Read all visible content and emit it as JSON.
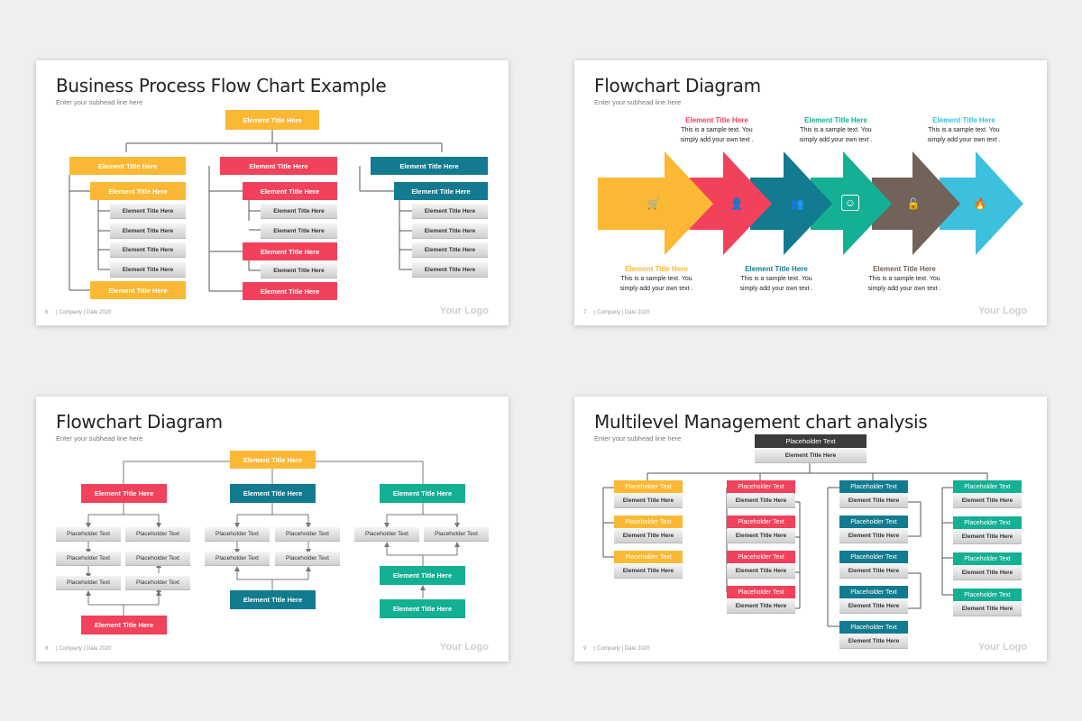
{
  "colors": {
    "yellow": "#fbb835",
    "red": "#f2415b",
    "teal": "#127b8f",
    "green": "#14b093",
    "brown": "#71625a",
    "sky": "#3cc0de",
    "dark": "#3b3b3b"
  },
  "slide1": {
    "title": "Business Process Flow Chart Example",
    "subtitle": "Enter your subhead line here",
    "footer": {
      "page": "6",
      "text": "| Company  | Date 2020"
    },
    "logo": "Your Logo",
    "top": "Element Title Here",
    "col1": {
      "head": "Element Title Here",
      "sub": "Element Title Here",
      "items": [
        "Element Title Here",
        "Element Title Here",
        "Element Title Here",
        "Element Title Here"
      ],
      "bottom": "Element Title Here"
    },
    "col2": {
      "head": "Element Title Here",
      "sub1": "Element Title Here",
      "items1": [
        "Element Title Here",
        "Element Title Here"
      ],
      "sub2": "Element Title Here",
      "items2": [
        "Element Title Here"
      ],
      "sub3": "Element Title Here"
    },
    "col3": {
      "head": "Element Title Here",
      "sub": "Element Title Here",
      "items": [
        "Element Title Here",
        "Element Title Here",
        "Element Title Here",
        "Element Title Here"
      ]
    }
  },
  "slide2": {
    "title": "Flowchart Diagram",
    "subtitle": "Enter your subhead line here",
    "footer": {
      "page": "7",
      "text": "| Company  | Date 2020"
    },
    "logo": "Your Logo",
    "steps": [
      {
        "title": "Element Title Here",
        "text1": "This is a sample text. You",
        "text2": "simply add your own text .",
        "icon": "cart-icon",
        "glyph": "🛒",
        "color": "#fbb835"
      },
      {
        "title": "Element Title Here",
        "text1": "This is a sample text. You",
        "text2": "simply add your own text .",
        "icon": "user-icon",
        "glyph": "👤",
        "color": "#f2415b"
      },
      {
        "title": "Element Title Here",
        "text1": "This is a sample text. You",
        "text2": "simply add your own text .",
        "icon": "group-icon",
        "glyph": "👥",
        "color": "#127b8f"
      },
      {
        "title": "Element Title Here",
        "text1": "This is a sample text. You",
        "text2": "simply add your own text .",
        "icon": "slideshare-icon",
        "glyph": "☺",
        "color": "#14b093"
      },
      {
        "title": "Element Title Here",
        "text1": "This is a sample text. You",
        "text2": "simply add your own text .",
        "icon": "unlock-icon",
        "glyph": "🔓",
        "color": "#71625a"
      },
      {
        "title": "Element Title Here",
        "text1": "This is a sample text. You",
        "text2": "simply add your own text .",
        "icon": "fire-icon",
        "glyph": "🔥",
        "color": "#3cc0de"
      }
    ]
  },
  "slide3": {
    "title": "Flowchart Diagram",
    "subtitle": "Enter your subhead line here",
    "footer": {
      "page": "8",
      "text": "| Company  | Date 2020"
    },
    "logo": "Your Logo",
    "top": "Element Title Here",
    "col1": {
      "head": "Element Title Here",
      "grid": [
        "Placeholder Text",
        "Placeholder Text",
        "Placeholder Text",
        "Placeholder Text",
        "Placeholder Text",
        "Placeholder Text"
      ],
      "bottom": "Element Title Here"
    },
    "col2": {
      "head": "Element Title Here",
      "grid": [
        "Placeholder Text",
        "Placeholder Text",
        "Placeholder Text",
        "Placeholder Text"
      ],
      "bottom": "Element Title Here"
    },
    "col3": {
      "head": "Element Title Here",
      "grid": [
        "Placeholder Text",
        "Placeholder Text"
      ],
      "mid": "Element Title Here",
      "bottom": "Element Title Here"
    }
  },
  "slide4": {
    "title": "Multilevel Management chart analysis",
    "subtitle": "Enter your subhead line here",
    "footer": {
      "page": "9",
      "text": "| Company  | Date 2020"
    },
    "logo": "Your Logo",
    "root": {
      "label": "Placeholder Text",
      "sub": "Element Title Here"
    },
    "columns": [
      {
        "items": [
          {
            "label": "Placeholder Text",
            "sub": "Element Title Here"
          },
          {
            "label": "Placeholder Text",
            "sub": "Element Title Here"
          },
          {
            "label": "Placeholder Text",
            "sub": "Element Title Here"
          }
        ]
      },
      {
        "items": [
          {
            "label": "Placeholder Text",
            "sub": "Element Title Here"
          },
          {
            "label": "Placeholder Text",
            "sub": "Element Title Here"
          },
          {
            "label": "Placeholder Text",
            "sub": "Element Title Here"
          },
          {
            "label": "Placeholder Text",
            "sub": "Element Title Here"
          }
        ]
      },
      {
        "items": [
          {
            "label": "Placeholder Text",
            "sub": "Element Title Here"
          },
          {
            "label": "Placeholder Text",
            "sub": "Element Title Here"
          },
          {
            "label": "Placeholder Text",
            "sub": "Element Title Here"
          },
          {
            "label": "Placeholder Text",
            "sub": "Element Title Here"
          },
          {
            "label": "Placeholder Text",
            "sub": "Element Title Here"
          }
        ]
      },
      {
        "items": [
          {
            "label": "Placeholder Text",
            "sub": "Element Title Here"
          },
          {
            "label": "Placeholder Text",
            "sub": "Element Title Here"
          },
          {
            "label": "Placeholder Text",
            "sub": "Element Title Here"
          },
          {
            "label": "Placeholder Text",
            "sub": "Element Title Here"
          }
        ]
      }
    ]
  }
}
